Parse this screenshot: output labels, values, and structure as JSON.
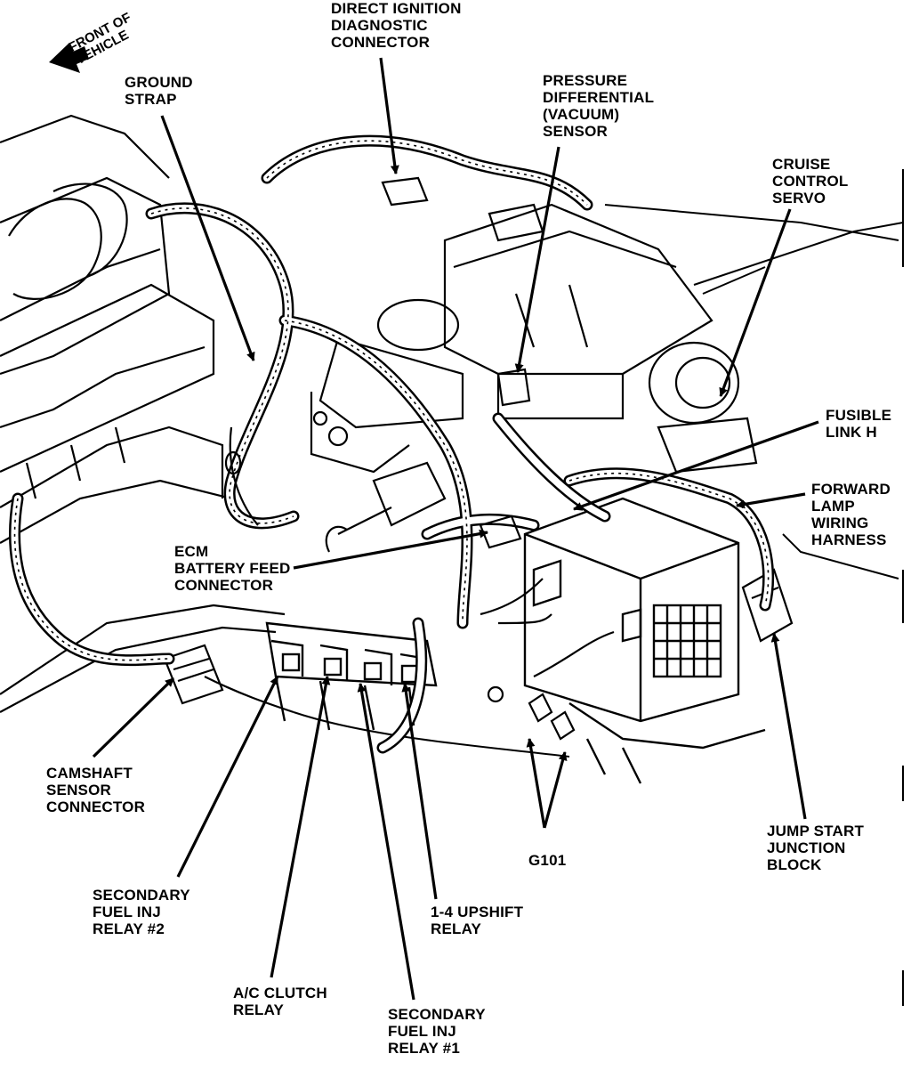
{
  "orientation": {
    "label": "FRONT OF\nVEHICLE",
    "icon": "arrow-left-icon"
  },
  "callouts": [
    {
      "id": "direct-ignition-diagnostic-connector",
      "text": "DIRECT IGNITION\nDIAGNOSTIC\nCONNECTOR"
    },
    {
      "id": "ground-strap",
      "text": "GROUND\nSTRAP"
    },
    {
      "id": "pressure-differential-sensor",
      "text": "PRESSURE\nDIFFERENTIAL\n(VACUUM)\nSENSOR"
    },
    {
      "id": "cruise-control-servo",
      "text": "CRUISE\nCONTROL\nSERVO"
    },
    {
      "id": "fusible-link-h",
      "text": "FUSIBLE\nLINK H"
    },
    {
      "id": "forward-lamp-wiring-harness",
      "text": "FORWARD\nLAMP\nWIRING\nHARNESS"
    },
    {
      "id": "ecm-battery-feed-connector",
      "text": "ECM\nBATTERY FEED\nCONNECTOR"
    },
    {
      "id": "camshaft-sensor-connector",
      "text": "CAMSHAFT\nSENSOR\nCONNECTOR"
    },
    {
      "id": "jump-start-junction-block",
      "text": "JUMP START\nJUNCTION\nBLOCK"
    },
    {
      "id": "g101",
      "text": "G101"
    },
    {
      "id": "secondary-fuel-inj-relay-2",
      "text": "SECONDARY\nFUEL INJ\nRELAY #2"
    },
    {
      "id": "upshift-relay",
      "text": "1-4 UPSHIFT\nRELAY"
    },
    {
      "id": "ac-clutch-relay",
      "text": "A/C CLUTCH\nRELAY"
    },
    {
      "id": "secondary-fuel-inj-relay-1",
      "text": "SECONDARY\nFUEL INJ\nRELAY #1"
    }
  ]
}
